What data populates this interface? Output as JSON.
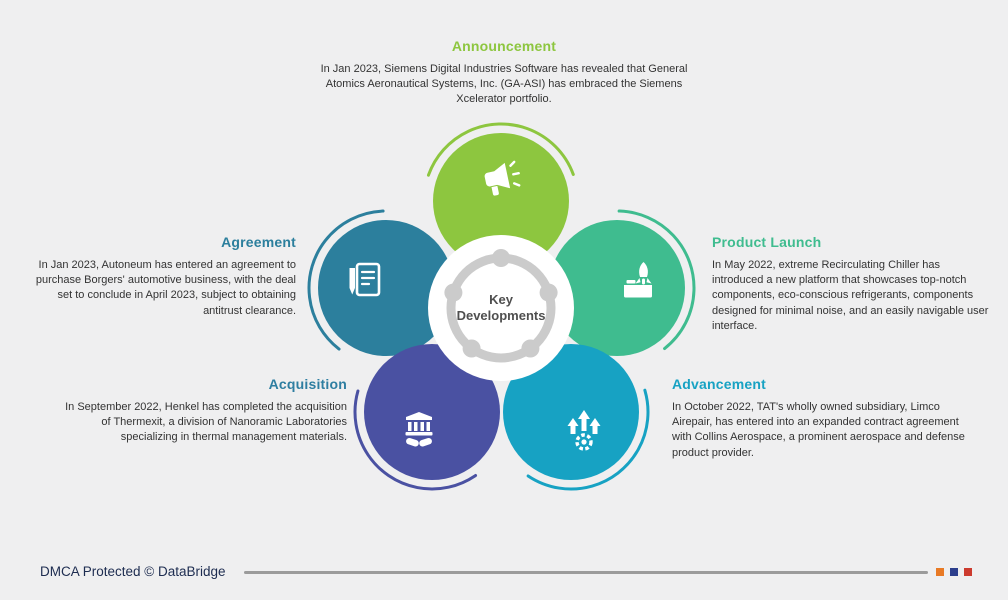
{
  "background": "#efeff0",
  "hub": {
    "title": "Key Developments",
    "ring_color": "#cbcbcb"
  },
  "petals": [
    {
      "id": "announcement",
      "title": "Announcement",
      "color": "#8dc63f",
      "title_color": "#8dc63f",
      "icon": "megaphone-icon",
      "body": "In Jan 2023, Siemens Digital Industries Software has revealed that General Atomics Aeronautical Systems, Inc. (GA-ASI) has embraced the Siemens Xcelerator portfolio."
    },
    {
      "id": "agreement",
      "title": "Agreement",
      "color": "#2c7f9d",
      "title_color": "#2c7f9d",
      "icon": "contract-pen-icon",
      "body": "In Jan 2023, Autoneum has entered an agreement to purchase Borgers' automotive business, with the deal set to conclude in April 2023, subject to obtaining antitrust clearance."
    },
    {
      "id": "product_launch",
      "title": "Product Launch",
      "color": "#3fbc8f",
      "title_color": "#3fbc8f",
      "icon": "rocket-launch-icon",
      "body": "In May 2022, extreme Recirculating Chiller has introduced a new platform that showcases top-notch components, eco-conscious refrigerants, components designed for minimal noise, and an easily navigable user interface."
    },
    {
      "id": "acquisition",
      "title": "Acquisition",
      "color": "#4a51a2",
      "title_color": "#2e7ea1",
      "icon": "handshake-building-icon",
      "body": "In September 2022, Henkel has completed the acquisition of Thermexit, a division of Nanoramic Laboratories specializing in thermal management materials."
    },
    {
      "id": "advancement",
      "title": "Advancement",
      "color": "#17a2c3",
      "title_color": "#17a2c3",
      "icon": "growth-arrows-gear-icon",
      "body": "In October 2022, TAT's wholly owned subsidiary, Limco Airepair, has entered into an expanded contract agreement with Collins Aerospace, a prominent aerospace and defense product provider."
    }
  ],
  "footer": {
    "copyright": "DMCA Protected © DataBridge",
    "squares": [
      "#e87a25",
      "#2c3e8c",
      "#cc3b2e"
    ]
  }
}
